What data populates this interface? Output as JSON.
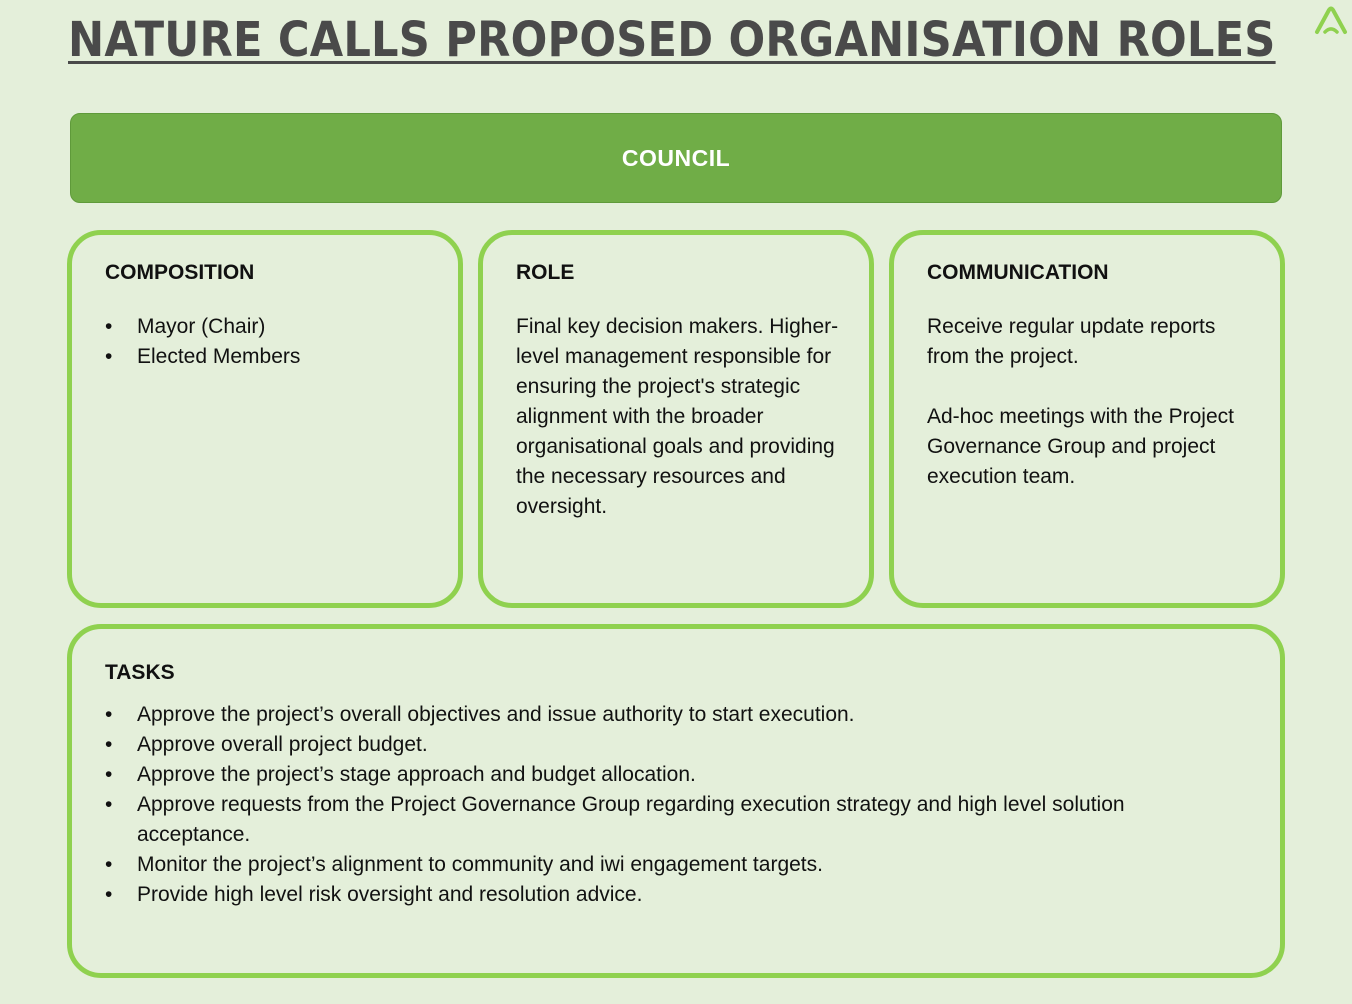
{
  "page": {
    "title": "NATURE CALLS PROPOSED ORGANISATION ROLES",
    "logo_icon": "chevron-up-icon"
  },
  "council": {
    "label": "COUNCIL"
  },
  "cards": {
    "composition": {
      "heading": "COMPOSITION",
      "items": [
        "Mayor (Chair)",
        "Elected Members"
      ]
    },
    "role": {
      "heading": "ROLE",
      "text": "Final key decision makers. Higher-level management responsible for ensuring the project's strategic alignment with the broader organisational goals and providing the necessary resources and oversight."
    },
    "communication": {
      "heading": "COMMUNICATION",
      "paragraphs": [
        "Receive regular update reports from the project.",
        "Ad-hoc meetings with the Project Governance Group and project execution team."
      ]
    },
    "tasks": {
      "heading": "TASKS",
      "items": [
        "Approve the project’s overall objectives and issue authority to start execution.",
        "Approve overall project budget.",
        "Approve the project’s stage approach and budget allocation.",
        "Approve requests from the Project Governance Group regarding execution strategy and high level solution acceptance.",
        "Monitor the project’s alignment to community and iwi engagement targets.",
        "Provide high level risk oversight and resolution advice."
      ]
    }
  },
  "colors": {
    "background": "#e4efda",
    "banner": "#70ad47",
    "card_border": "#8fd14f",
    "title": "#4a4a4a"
  }
}
